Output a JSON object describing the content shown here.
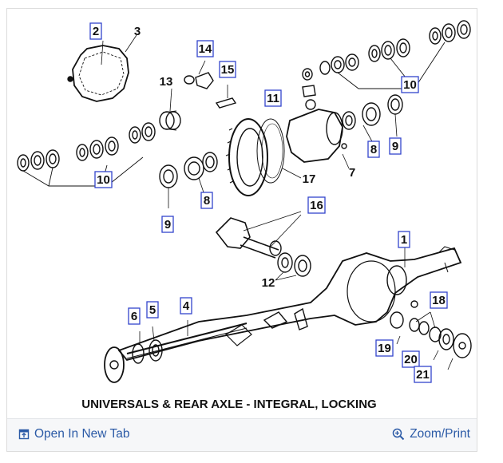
{
  "diagram": {
    "caption": "UNIVERSALS & REAR AXLE - INTEGRAL, LOCKING",
    "callouts": {
      "c1": "1",
      "c2": "2",
      "c3": "3",
      "c4": "4",
      "c5": "5",
      "c6": "6",
      "c7": "7",
      "c8a": "8",
      "c8b": "8",
      "c9a": "9",
      "c9b": "9",
      "c10a": "10",
      "c10b": "10",
      "c11": "11",
      "c12": "12",
      "c13": "13",
      "c14": "14",
      "c15": "15",
      "c16": "16",
      "c17": "17",
      "c18": "18",
      "c19": "19",
      "c20": "20",
      "c21": "21"
    }
  },
  "footer": {
    "open_tab_label": "Open In New Tab",
    "zoom_label": "Zoom/Print",
    "open_tab_icon": "open-new-tab-icon",
    "zoom_icon": "magnifier-plus-icon",
    "link_color": "#2b5aa6"
  }
}
